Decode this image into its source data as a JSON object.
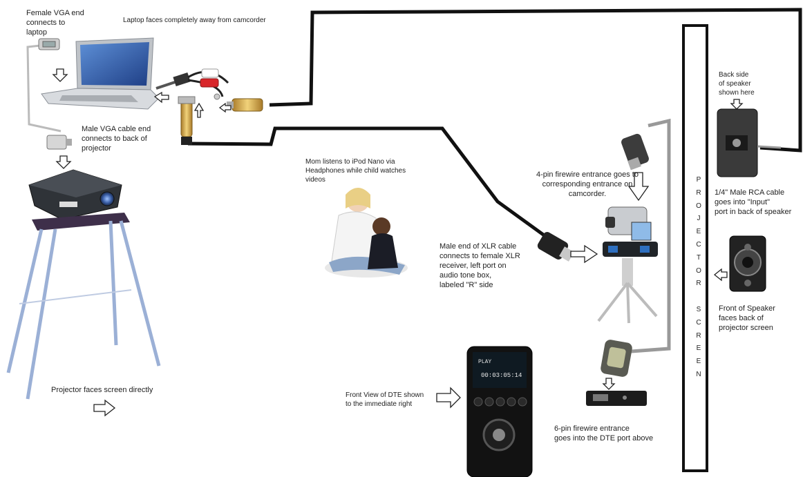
{
  "labels": {
    "female_vga": "Female VGA end\nconnects to\nlaptop",
    "laptop_faces": "Laptop faces completely away from camcorder",
    "male_vga": "Male VGA cable end\nconnects to back of\nprojector",
    "mom_listens": "Mom listens to iPod Nano via\nHeadphones while child watches\nvideos",
    "firewire_4pin": "4-pin firewire entrance goes to\ncorresponding entrance on\ncamcorder.",
    "back_speaker": "Back side\nof speaker\nshown here",
    "rca_cable": "1/4\" Male RCA cable\ngoes into \"Input\"\nport in back of speaker",
    "xlr_cable": "Male end of XLR cable\nconnects to female XLR\nreceiver, left port on\naudio tone box,\nlabeled \"R\" side",
    "front_speaker": "Front of Speaker\nfaces back of\nprojector screen",
    "projector_faces": "Projector faces screen directly",
    "front_dte": "Front View of DTE shown\nto the immediate right",
    "firewire_6pin": "6-pin firewire entrance\ngoes into the  DTE port above"
  },
  "screen_text": [
    "P",
    "R",
    "O",
    "J",
    "E",
    "C",
    "T",
    "O",
    "R",
    "",
    "S",
    "C",
    "R",
    "E",
    "E",
    "N"
  ],
  "dte_display": {
    "line1": "PLAY",
    "line2": "00:03:05:14"
  }
}
